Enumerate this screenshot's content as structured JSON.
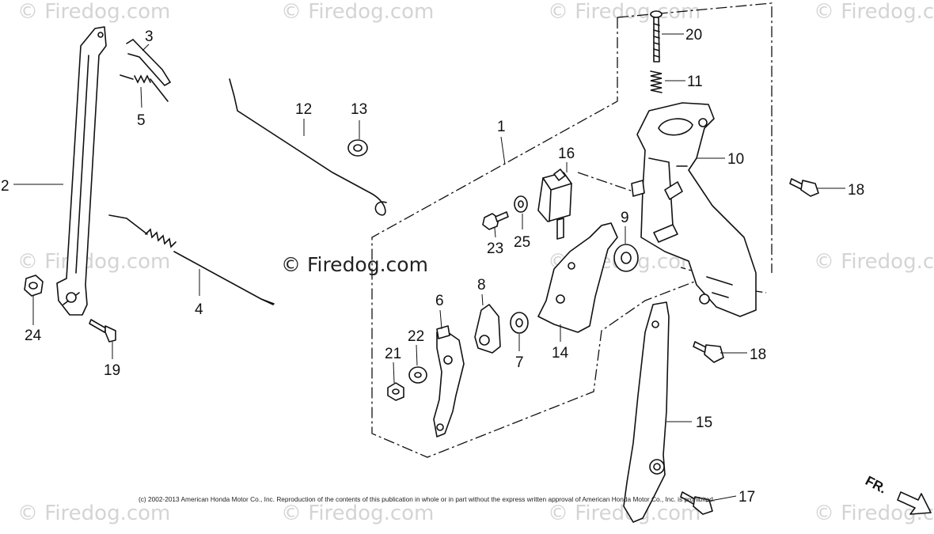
{
  "watermarks": [
    {
      "text": "© Firedog.com"
    },
    {
      "text": "© Firedog.com"
    },
    {
      "text": "© Firedog.com"
    },
    {
      "text": "© Firedog.co"
    },
    {
      "text": "© Firedog.com"
    },
    {
      "text": "© Firedog.com"
    },
    {
      "text": "© Firedog.co"
    },
    {
      "text": "© Firedog.com"
    },
    {
      "text": "© Firedog.com"
    },
    {
      "text": "© Firedog.com"
    },
    {
      "text": "© Firedog.co"
    }
  ],
  "center_watermark": "© Firedog.com",
  "callouts": [
    "1",
    "2",
    "3",
    "4",
    "5",
    "6",
    "7",
    "8",
    "9",
    "10",
    "11",
    "12",
    "13",
    "14",
    "15",
    "16",
    "17",
    "18",
    "18",
    "19",
    "20",
    "21",
    "22",
    "23",
    "24",
    "25"
  ],
  "copyright": "(c) 2002-2013 American Honda Motor Co., Inc. Reproduction of the contents of this publication in whole or in part without the express written approval of American Honda Motor Co., Inc. is prohibited.",
  "direction_label": "FR."
}
